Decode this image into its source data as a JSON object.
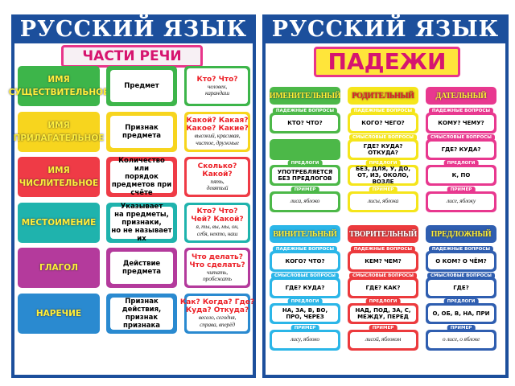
{
  "left": {
    "title": "РУССКИЙ ЯЗЫК",
    "subtitle": "ЧАСТИ РЕЧИ",
    "rows": [
      {
        "name": [
          "ИМЯ",
          "СУЩЕСТВИТЕЛЬНОЕ"
        ],
        "meaning": [
          "Предмет"
        ],
        "questions": [
          "Кто? Что?"
        ],
        "examples": [
          "человек,",
          "карандаш"
        ],
        "color": "#3db54a"
      },
      {
        "name": [
          "ИМЯ",
          "ПРИЛАГАТЕЛЬНОЕ"
        ],
        "meaning": [
          "Признак",
          "предмета"
        ],
        "questions": [
          "Какой? Какая?",
          "Какое? Какие?"
        ],
        "examples": [
          "высокий, красивая,",
          "чистое, дружные"
        ],
        "color": "#f7d51e"
      },
      {
        "name": [
          "ИМЯ",
          "ЧИСЛИТЕЛЬНОЕ"
        ],
        "meaning": [
          "Количество или",
          "порядок",
          "предметов при счёте"
        ],
        "questions": [
          "Сколько?",
          "Какой?"
        ],
        "examples": [
          "пять,",
          "девятый"
        ],
        "color": "#ef3b46"
      },
      {
        "name": [
          "МЕСТОИМЕНИЕ"
        ],
        "meaning": [
          "Указывает",
          "на предметы,",
          "признаки,",
          "но не называет их"
        ],
        "questions": [
          "Кто? Что?",
          "Чей? Какой?"
        ],
        "examples": [
          "я, ты, вы, мы, он,",
          "себя, некто, наш"
        ],
        "color": "#1fb3ad"
      },
      {
        "name": [
          "ГЛАГОЛ"
        ],
        "meaning": [
          "Действие",
          "предмета"
        ],
        "questions": [
          "Что делать?",
          "Что сделать?"
        ],
        "examples": [
          "читать,",
          "пробежать"
        ],
        "color": "#b43a9c"
      },
      {
        "name": [
          "НАРЕЧИЕ"
        ],
        "meaning": [
          "Признак действия,",
          "признак признака"
        ],
        "questions": [
          "Как? Когда? Где?",
          "Куда? Откуда?"
        ],
        "examples": [
          "весело, сегодня,",
          "справа, вперёд"
        ],
        "color": "#2a8ad0"
      }
    ]
  },
  "right": {
    "title": "РУССКИЙ ЯЗЫК",
    "subtitle": "ПАДЕЖИ",
    "labels": {
      "case_questions": "ПАДЕЖНЫЕ ВОПРОСЫ",
      "meaning_questions": "СМЫСЛОВЫЕ ВОПРОСЫ",
      "prepositions": "ПРЕДЛОГИ",
      "example": "ПРИМЕР"
    },
    "cases": [
      {
        "name": "ИМЕНИТЕЛЬНЫЙ",
        "q": "КТО? ЧТО?",
        "mq": "",
        "prep": "УПОТРЕБЛЯЕТСЯ БЕЗ ПРЕДЛОГОВ",
        "ex": "лиса, яблоко",
        "color": "#4cb848",
        "text": "#ffee33"
      },
      {
        "name": "РОДИТЕЛЬНЫЙ",
        "q": "КОГО? ЧЕГО?",
        "mq": "ГДЕ? КУДА? ОТКУДА?",
        "prep": "БЕЗ, ДЛЯ, У, ДО, ОТ, ИЗ, ОКОЛО, ВОЗЛЕ",
        "ex": "лисы, яблока",
        "color": "#f5e51b",
        "text": "#e3172a"
      },
      {
        "name": "ДАТЕЛЬНЫЙ",
        "q": "КОМУ? ЧЕМУ?",
        "mq": "ГДЕ? КУДА?",
        "prep": "К, ПО",
        "ex": "лисе, яблоку",
        "color": "#e8388f",
        "text": "#ffee33"
      },
      {
        "name": "ВИНИТЕЛЬНЫЙ",
        "q": "КОГО? ЧТО?",
        "mq": "ГДЕ? КУДА?",
        "prep": "НА, ЗА, В, ВО, ПРО, ЧЕРЕЗ",
        "ex": "лису, яблоко",
        "color": "#2bb6e8",
        "text": "#ffee33"
      },
      {
        "name": "ТВОРИТЕЛЬНЫЙ",
        "q": "КЕМ? ЧЕМ?",
        "mq": "ГДЕ? КАК?",
        "prep": "НАД, ПОД, ЗА, С, МЕЖДУ, ПЕРЕД",
        "ex": "лисой, яблоком",
        "color": "#ec3a3d",
        "text": "#ffffff"
      },
      {
        "name": "ПРЕДЛОЖНЫЙ",
        "q": "О КОМ? О ЧЁМ?",
        "mq": "ГДЕ?",
        "prep": "О, ОБ, В, НА, ПРИ",
        "ex": "о лисе, о яблоке",
        "color": "#2f5eb0",
        "text": "#ffee33"
      }
    ]
  }
}
